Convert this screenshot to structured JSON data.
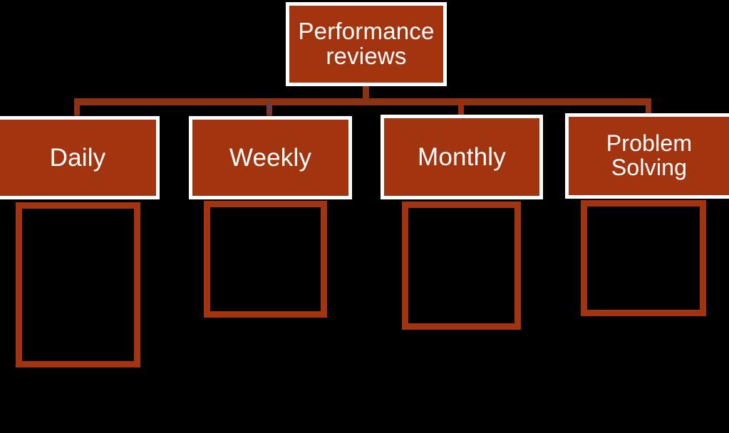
{
  "diagram": {
    "title": "Performance reviews",
    "type": "hierarchy-org-chart",
    "background_color": "#000000",
    "node_fill_color": "#A33410",
    "node_border_color": "#FFFFFF",
    "connector_color": "#8C3314",
    "placeholder_border_color": "#A33410",
    "text_color": "#FFFFFF"
  },
  "root": {
    "label": "Performance reviews"
  },
  "children": [
    {
      "label": "Daily"
    },
    {
      "label": "Weekly"
    },
    {
      "label": "Monthly"
    },
    {
      "label": "Problem Solving"
    }
  ],
  "placeholders": [
    {
      "label": ""
    },
    {
      "label": ""
    },
    {
      "label": ""
    },
    {
      "label": ""
    }
  ]
}
